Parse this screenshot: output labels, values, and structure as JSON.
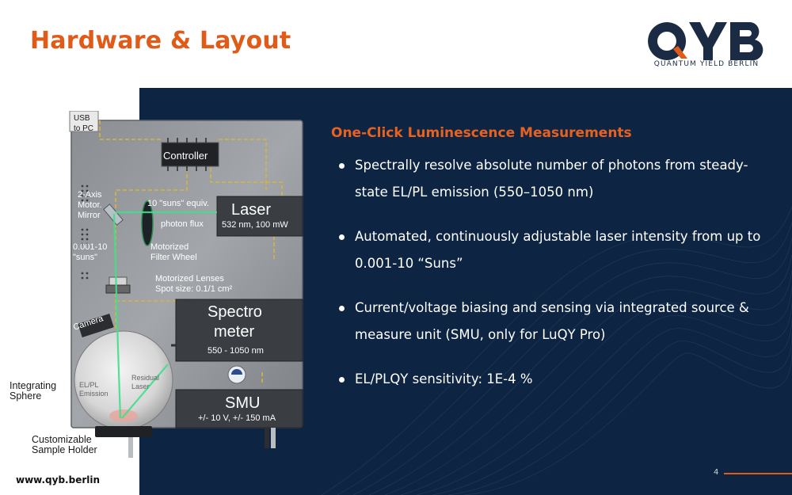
{
  "header": {
    "title": "Hardware & Layout"
  },
  "logo": {
    "letters": "QYB",
    "tagline": "QUANTUM YIELD BERLIN",
    "colors": {
      "navy": "#1b2b44",
      "orange": "#e05a18"
    }
  },
  "diagram": {
    "usb": "USB\nto PC",
    "controller": "Controller",
    "mirror": "2-Axis\nMotor.\nMirror",
    "suns_equiv": "10 \"suns\" equiv.",
    "photon_flux": "photon flux",
    "laser_title": "Laser",
    "laser_spec": "532 nm, 100 mW",
    "suns_range": "0.001-10\n\"suns\"",
    "filter_wheel": "Motorized\nFilter Wheel",
    "lenses": "Motorized Lenses\nSpot size: 0.1/1 cm²",
    "camera": "Camera",
    "spectro_title_1": "Spectro",
    "spectro_title_2": "meter",
    "spectro_range": "550 - 1050 nm",
    "elpl": "EL/PL\nEmission",
    "residual": "Residual\nLaser",
    "smu_title": "SMU",
    "smu_spec": "+/- 10 V, +/- 150 mA",
    "integrating": "Integrating\nSphere",
    "sample_holder": "Customizable\nSample Holder"
  },
  "panel": {
    "heading": "One-Click Luminescence Measurements",
    "bullets": [
      "Spectrally resolve absolute number of photons from steady-state EL/PL emission (550–1050 nm)",
      "Automated, continuously adjustable laser intensity from up to 0.001-10 “Suns”",
      "Current/voltage biasing and sensing via integrated source & measure unit (SMU, only for LuQY Pro)",
      "EL/PLQY sensitivity: 1E-4 %"
    ]
  },
  "footer": {
    "website": "www.qyb.berlin",
    "page_number": "4"
  },
  "colors": {
    "accent": "#e05a18",
    "panel_bg": "#0e2443",
    "beam": "#3fe08a"
  }
}
